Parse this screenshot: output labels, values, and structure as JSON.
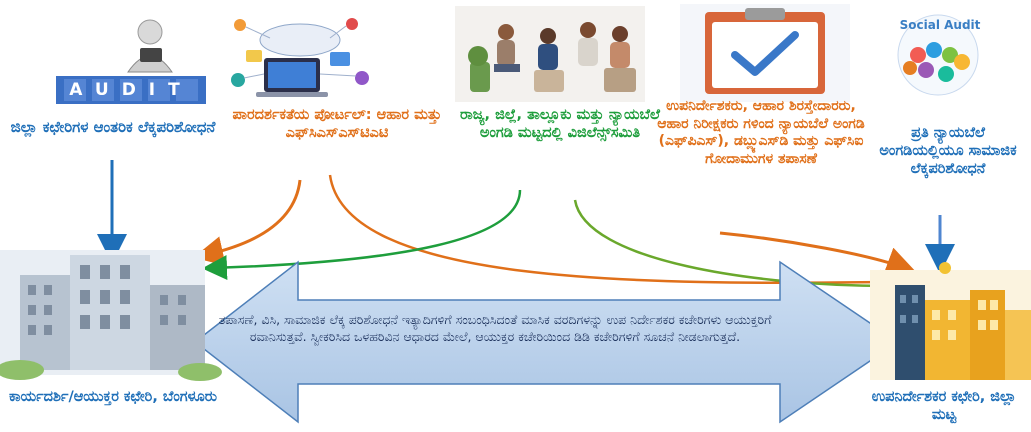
{
  "header_images": {
    "audit": {
      "icon": "audit-icon",
      "text": "AUDIT"
    },
    "portal": {
      "icon": "network-icon"
    },
    "meeting": {
      "icon": "meeting-icon"
    },
    "inspection": {
      "icon": "checklist-icon"
    },
    "social_audit": {
      "icon": "social-audit-icon",
      "text": "Social Audit"
    }
  },
  "labels": {
    "district_audit": "ಜಿಲ್ಲಾ ಕಛೇರಿಗಳ ಆಂತರಿಕ ಲೆಕ್ಕಪರಿಶೋಧನೆ",
    "transparency_portal": "ಪಾರದರ್ಶಕತೆಯ ಪೋರ್ಟಲ್: ಆಹಾರ ಮತ್ತು ಎಫ್‌ಸಿಎಸ್‌ಎಸ್‌ಟಿಎಟಿ",
    "vigilance_committee": "ರಾಜ್ಯ, ಜಿಲ್ಲೆ, ತಾಲ್ಲೂಕು ಮತ್ತು ನ್ಯಾಯಬೆಲೆ ಅಂಗಡಿ ಮಟ್ಟದಲ್ಲಿ ವಿಜಿಲೆನ್ಸ್‌ಸಮಿತಿ",
    "inspection": "ಉಪನಿರ್ದೇಶಕರು, ಆಹಾರ ಶಿರಸ್ತೇದಾರರು, ಆಹಾರ ನಿರೀಕ್ಷಕರು ಗಳಿಂದ ನ್ಯಾಯಬೆಲೆ ಅಂಗಡಿ (ಎಫ್‌ಪಿಎಸ್), ಡಬ್ಲ್ಯುಎಸ್‌ಡಿ ಮತ್ತು ಎಫ್‌ಸಿಐ ಗೋದಾಮುಗಳ ತಪಾಸಣೆ",
    "social_audit": "ಪ್ರತಿ ನ್ಯಾಯಬೆಲೆ ಅಂಗಡಿಯಲ್ಲಿಯೂ ಸಾಮಾಜಿಕ ಲೆಕ್ಕಪರಿಶೋಧನೆ",
    "commissioner_office": "ಕಾರ್ಯದರ್ಶಿ/ಆಯುಕ್ತರ ಕಛೇರಿ, ಬೆಂಗಳೂರು",
    "deputy_director_office": "ಉಪನಿರ್ದೇಶಕರ ಕಛೇರಿ, ಜಿಲ್ಲಾ ಮಟ್ಟ"
  },
  "center_text": "ತಪಾಸಣೆ, ವಿಸಿ, ಸಾಮಾಜಿಕ ಲೆಕ್ಕ ಪರಿಶೋಧನೆ ಇತ್ಯಾದಿಗಳಿಗೆ ಸಂಬಂಧಿಸಿದಂತೆ ಮಾಸಿಕ ವರದಿಗಳನ್ನು ಉಪ ನಿರ್ದೇಶಕರ ಕಚೇರಿಗಳು ಆಯುಕ್ತರಿಗೆ ರವಾನಿಸುತ್ತವೆ. ಸ್ವೀಕರಿಸಿದ ಒಳಹರಿವಿನ ಆಧಾರದ ಮೇಲೆ, ಆಯುಕ್ತರ ಕಚೇರಿಯಿಂದ ಡಿಡಿ ಕಚೇರಿಗಳಿಗೆ ಸೂಚನೆ ನೀಡಲಾಗುತ್ತದೆ.",
  "colors": {
    "blue": "#1f6fb8",
    "orange": "#e0701a",
    "green": "#1e9e3c",
    "arrow_fill": "#b9d0ea",
    "arrow_stroke": "#4e7fb8"
  }
}
